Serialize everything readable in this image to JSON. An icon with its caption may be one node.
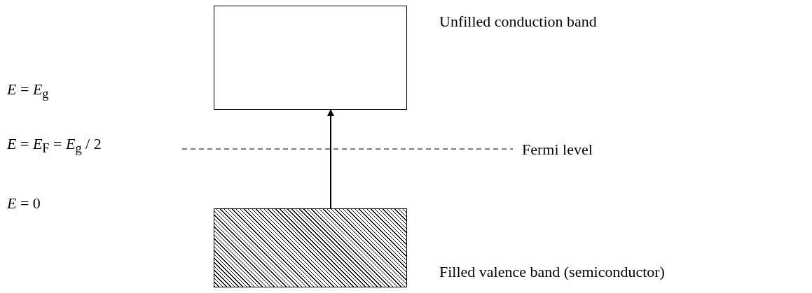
{
  "diagram": {
    "nodes": [
      {
        "text": [],
        "shape": "box",
        "beside": [
          "Unfilled conduction band"
        ]
      },
      {
        "text": [],
        "shape": "box",
        "beside": [
          "Filled valence band (semiconductor)"
        ]
      }
    ],
    "edges": [
      {
        "from": 1,
        "to": 0,
        "arrow": "to"
      }
    ],
    "labels": [
      "*E* = *E*$_{g}$",
      "*E* = *E*$_{F}$ = *E*$_{g}$ / 2",
      "Fermi level",
      "*E* = 0"
    ]
  }
}
